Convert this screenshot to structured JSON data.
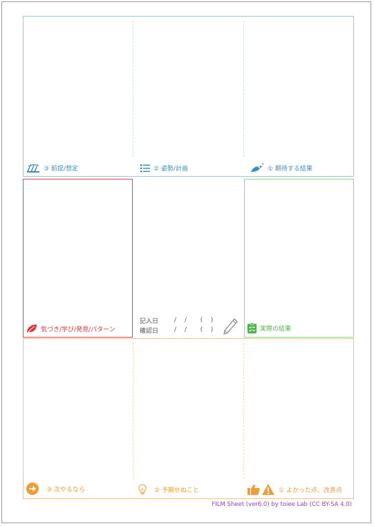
{
  "top": {
    "left_label": "③ 前提/想定",
    "middle_label": "② 姿勢/計画",
    "right_label": "① 期待する結果"
  },
  "middle": {
    "learning_label": "気づき/学び/発見/パターン",
    "actual_result_label": "実際の結果",
    "date_entry_label": "記入日",
    "date_confirm_label": "確認日",
    "date_slash": "/",
    "date_paren_open": "(",
    "date_paren_close": ")"
  },
  "bottom": {
    "left_label": "③ 次やるなら",
    "middle_label": "② 予期せぬこと",
    "right_label": "① よかった点、改善点"
  },
  "footer": "FILM Sheet (ver6.0) by toiee Lab (CC BY-SA 4.0)",
  "colors": {
    "blue": "#3d8fbe",
    "orange": "#ee9d35",
    "red": "#e8323b",
    "green": "#4fb44b",
    "purple": "#9c3fc2"
  }
}
